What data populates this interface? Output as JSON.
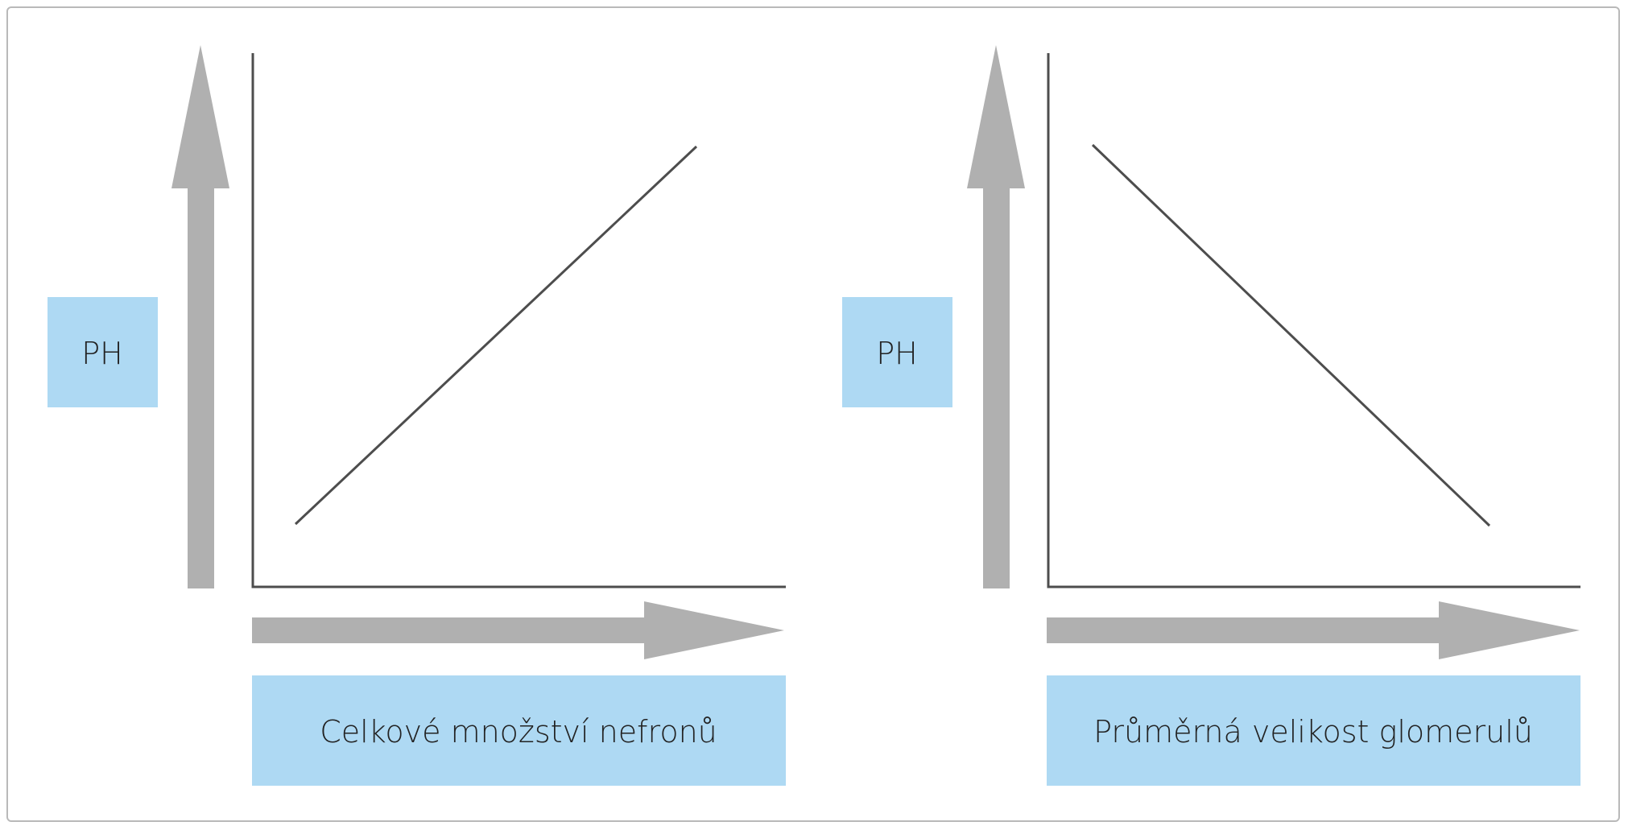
{
  "colors": {
    "arrow": "#b0b0b0",
    "axis": "#4d4d4d",
    "label_box": "#aed9f3",
    "text": "#222222",
    "frame": "#b9b9b9"
  },
  "panels": [
    {
      "y_label": "PH",
      "x_label": "Celkové množství nefronů",
      "trend": "increasing"
    },
    {
      "y_label": "PH",
      "x_label": "Průměrná velikost glomerulů",
      "trend": "decreasing"
    }
  ]
}
